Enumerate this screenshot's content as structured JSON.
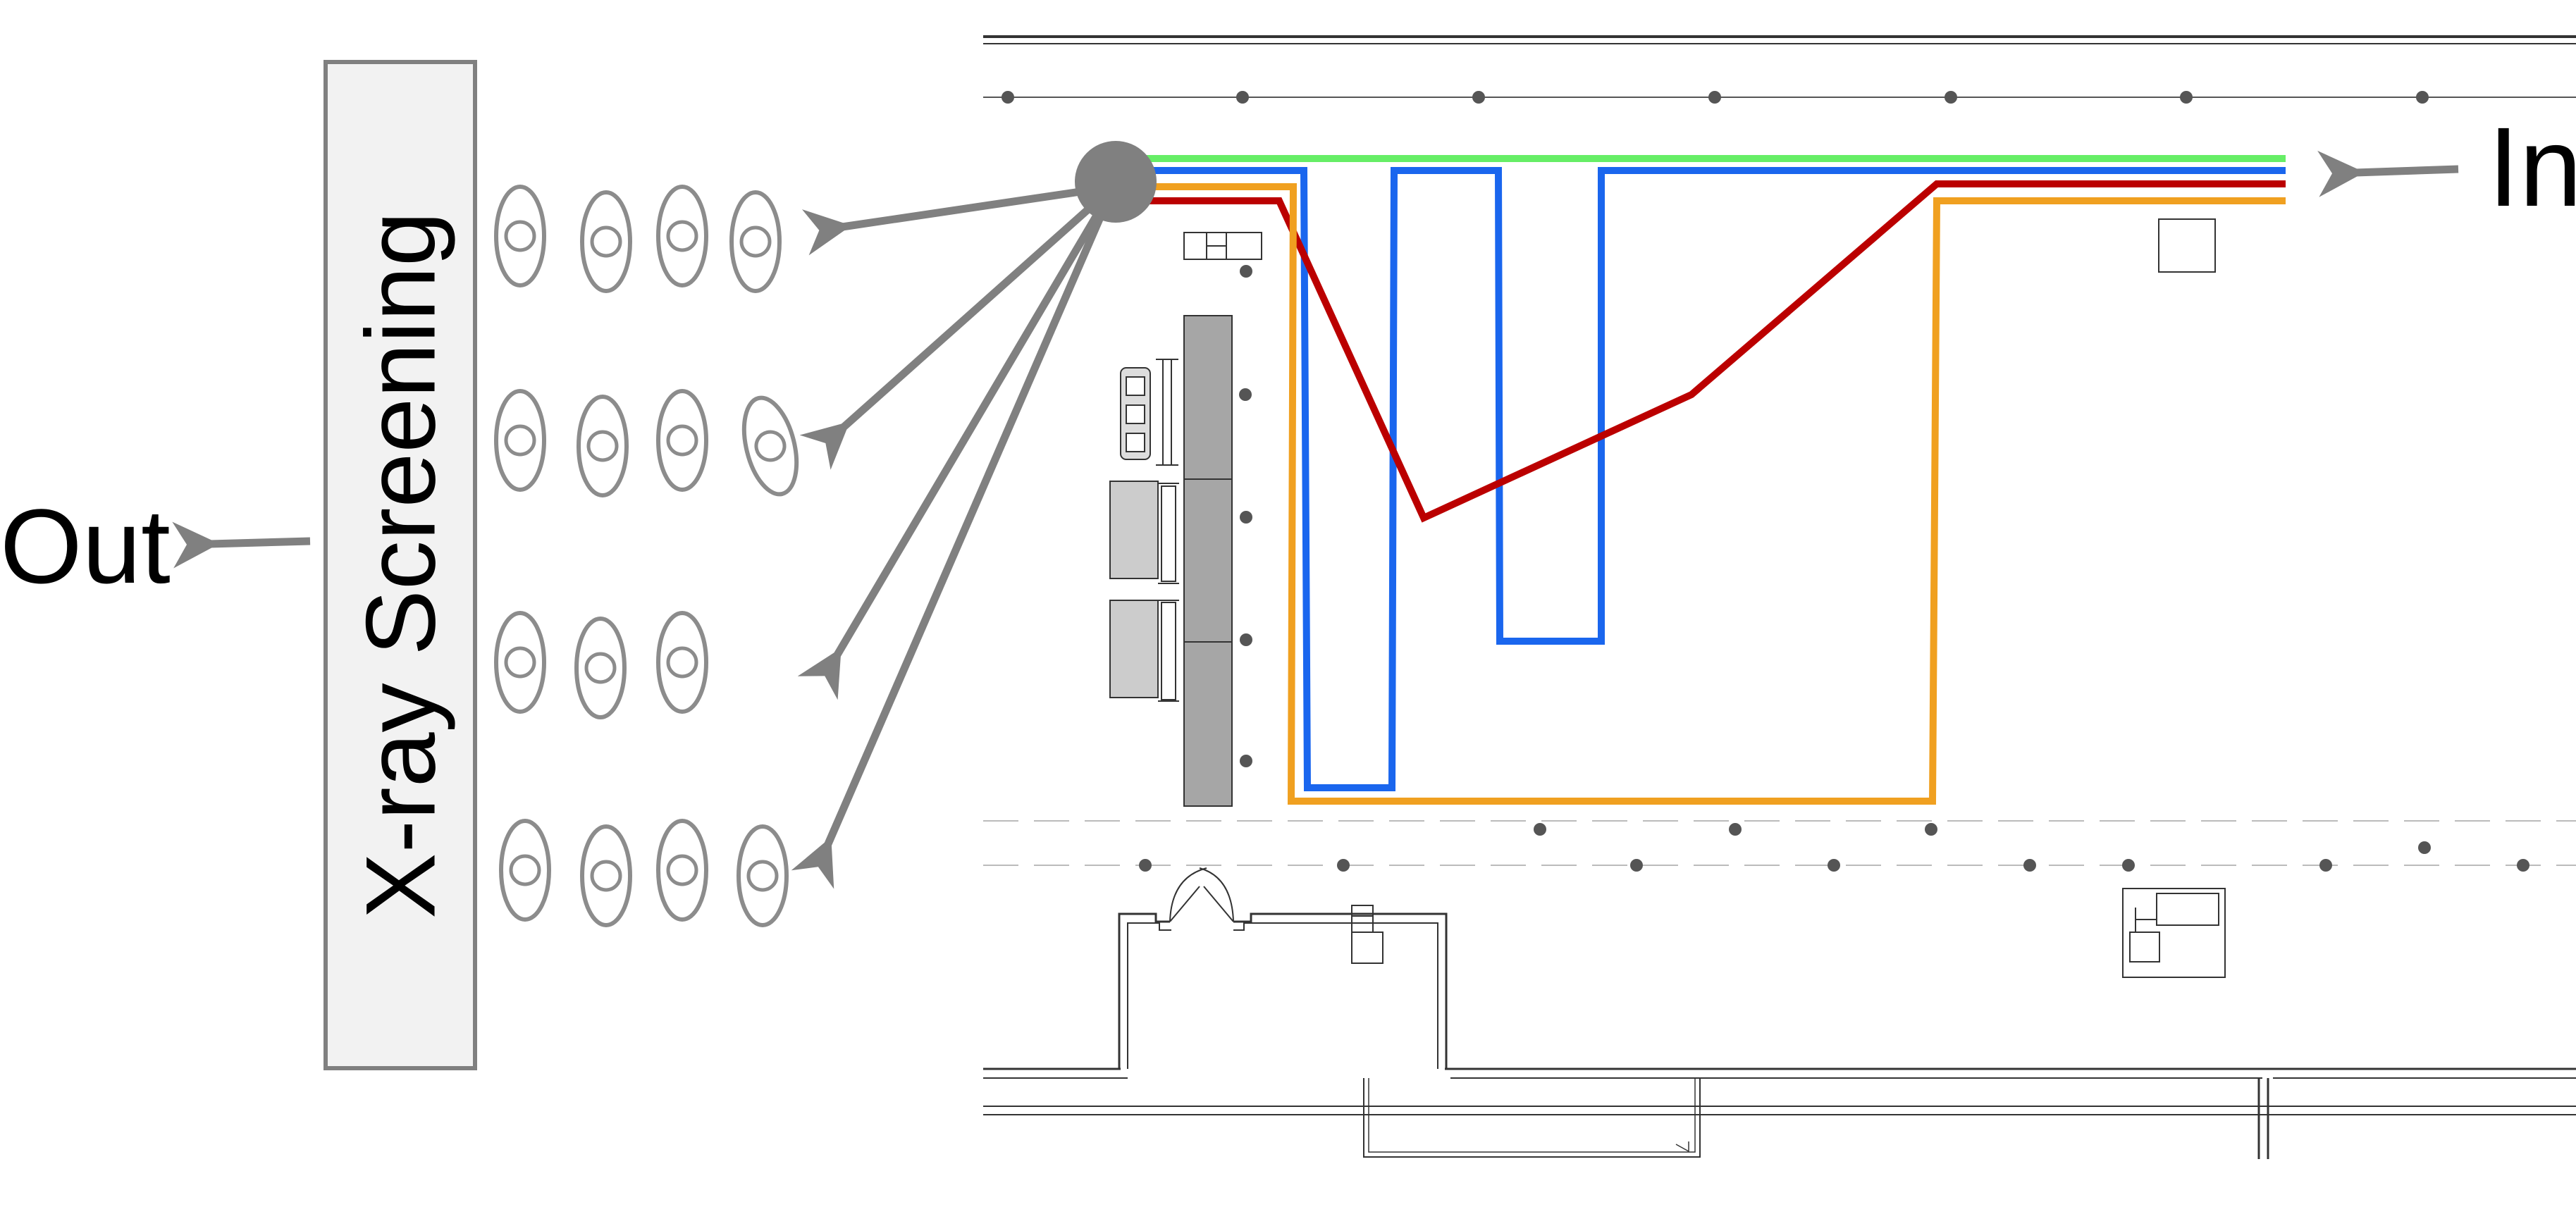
{
  "labels": {
    "out": "Out",
    "in": "In",
    "screening": "X-ray Screening"
  },
  "colors": {
    "queue_route_green": "#66ee66",
    "queue_route_blue": "#1a66ee",
    "queue_route_red": "#bb0000",
    "queue_route_orange": "#f0a020",
    "flow_arrow": "#808080",
    "passenger_outline": "#8c8c8c",
    "screening_box_fill": "#f2f2f2",
    "counter_fill": "#a6a6a6"
  },
  "passenger_rows": [
    4,
    4,
    3,
    4
  ],
  "icons": {
    "dispatch_node": "dispatch-node-icon",
    "passenger": "passenger-icon",
    "door": "door-icon"
  }
}
